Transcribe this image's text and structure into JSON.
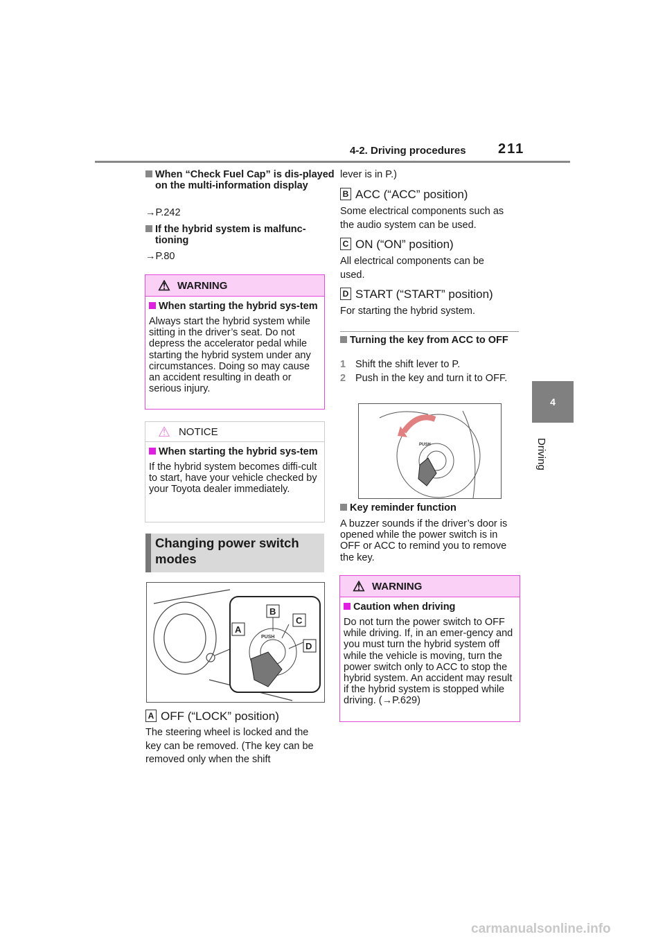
{
  "header": {
    "section": "4-2. Driving procedures",
    "page_number": "211"
  },
  "side_tab": {
    "number": "4",
    "label": "Driving"
  },
  "left": {
    "h1": "When “Check Fuel Cap” is dis-played on the multi-information display",
    "ref1": "→P.242",
    "h2": "If the hybrid system is malfunc-tioning",
    "ref2": "→P.80",
    "warning": {
      "title": "WARNING",
      "heading": "When starting the hybrid sys-tem",
      "body": "Always start the hybrid system while sitting in the driver’s seat. Do not depress the accelerator pedal while starting the hybrid system under any circumstances. Doing so may cause an accident resulting in death or serious injury."
    },
    "notice": {
      "title": "NOTICE",
      "heading": "When starting the hybrid sys-tem",
      "body": "If the hybrid system becomes diffi-cult to start, have your vehicle checked by your Toyota dealer immediately."
    },
    "section_title": "Changing power switch modes",
    "figure_labels": [
      "A",
      "B",
      "C",
      "D"
    ],
    "figure_push": "PUSH",
    "posA": {
      "label": "A",
      "title": "OFF (“LOCK” position)",
      "body": "The steering wheel is locked and the key can be removed. (The key can be removed only when the shift"
    }
  },
  "right": {
    "cont": "lever is in P.)",
    "posB": {
      "label": "B",
      "title": "ACC (“ACC” position)",
      "body": "Some electrical components such as the audio system can be used."
    },
    "posC": {
      "label": "C",
      "title": "ON (“ON” position)",
      "body": "All electrical components can be used."
    },
    "posD": {
      "label": "D",
      "title": "START (“START” position)",
      "body": "For starting the hybrid system."
    },
    "h3": "Turning the key from ACC to OFF",
    "steps": [
      {
        "n": "1",
        "text": "Shift the shift lever to P."
      },
      {
        "n": "2",
        "text": "Push in the key and turn it to OFF."
      }
    ],
    "h4": "Key reminder function",
    "reminder": "A buzzer sounds if the driver’s door is opened while the power switch is in OFF or ACC to remind you to remove the key.",
    "warning": {
      "title": "WARNING",
      "heading": "Caution when driving",
      "body": "Do not turn the power switch to OFF while driving. If, in an emer-gency and you must turn the hybrid system off while the vehicle is moving, turn the power switch only to ACC to stop the hybrid system. An accident may result if the hybrid system is stopped while driving. (→P.629)"
    }
  },
  "watermark": "carmanualsonline.info",
  "colors": {
    "warning_border": "#e34ad8",
    "warning_fill": "#fbd0f7",
    "tab": "#808080"
  }
}
